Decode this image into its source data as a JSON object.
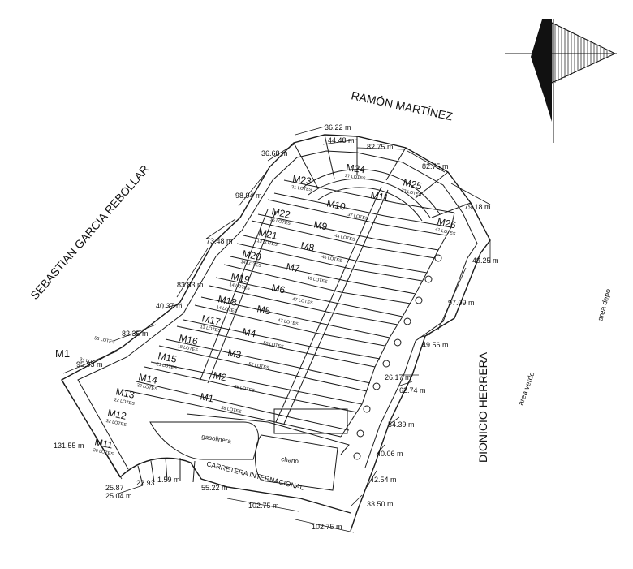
{
  "streets": {
    "north": "RAMÓN MARTÍNEZ",
    "west": "SEBASTIAN GARCIA REBOLLAR",
    "east": "DIONICIO HERRERA",
    "south": "CARRETERA INTERNACIONAL"
  },
  "areas": {
    "verde": "area verde",
    "depo": "area depo",
    "gasolinera": "gasolinera",
    "chano": "chano"
  },
  "dimensions": {
    "d1": "36.22 m",
    "d2": "44.48 m",
    "d3": "82.75 m",
    "d4": "36.68 m",
    "d5": "82.75 m",
    "d6": "98.94 m",
    "d7": "79.18 m",
    "d8": "73.48 m",
    "d9": "49.25 m",
    "d10": "83.83 m",
    "d11": "97.09 m",
    "d12": "40.37 m",
    "d13": "82.35 m",
    "d14": "49.56 m",
    "d15": "95.93 m",
    "d16": "26.17 m",
    "d17": "62.74 m",
    "d18": "54.39 m",
    "d19": "40.06 m",
    "d20": "131.55 m",
    "d21": "42.54 m",
    "d22": "33.50 m",
    "d23": "25.87",
    "d24": "22.93",
    "d25": "1.59 m",
    "d26": "55.22 m",
    "d27": "25.04 m",
    "d28": "102.75 m",
    "d29": "102.75 m"
  },
  "manzanas": [
    {
      "name": "M1",
      "lotes": "58 LOTES"
    },
    {
      "name": "M2",
      "lotes": "55 LOTES"
    },
    {
      "name": "M3",
      "lotes": "52 LOTES"
    },
    {
      "name": "M4",
      "lotes": "50 LOTES"
    },
    {
      "name": "M5",
      "lotes": "47 LOTES"
    },
    {
      "name": "M6",
      "lotes": "47 LOTES"
    },
    {
      "name": "M7",
      "lotes": "46 LOTES"
    },
    {
      "name": "M8",
      "lotes": "46 LOTES"
    },
    {
      "name": "M9",
      "lotes": "44 LOTES"
    },
    {
      "name": "M10",
      "lotes": "37 LOTES"
    },
    {
      "name": "M11",
      "lotes": "36 LOTES"
    },
    {
      "name": "M12",
      "lotes": "32 LOTES"
    },
    {
      "name": "M13",
      "lotes": "22 LOTES"
    },
    {
      "name": "M14",
      "lotes": "22 LOTES"
    },
    {
      "name": "M15",
      "lotes": "21 LOTES"
    },
    {
      "name": "M16",
      "lotes": "18 LOTES"
    },
    {
      "name": "M17",
      "lotes": "13 LOTES"
    },
    {
      "name": "M18",
      "lotes": "14 LOTES"
    },
    {
      "name": "M19",
      "lotes": "14 LOTES"
    },
    {
      "name": "M20",
      "lotes": "14 LOTES"
    },
    {
      "name": "M21",
      "lotes": "13 LOTES"
    },
    {
      "name": "M22",
      "lotes": "15 LOTES"
    },
    {
      "name": "M23",
      "lotes": "31 LOTES"
    },
    {
      "name": "M24",
      "lotes": "27 LOTES"
    },
    {
      "name": "M25",
      "lotes": "33 LOTES"
    },
    {
      "name": "M26",
      "lotes": "41 LOTES"
    }
  ],
  "m1_outer": "M1",
  "m1_outer_lotes": "55 LOTES",
  "m1_outer_sub": "34 LO",
  "m11_top": "M11"
}
